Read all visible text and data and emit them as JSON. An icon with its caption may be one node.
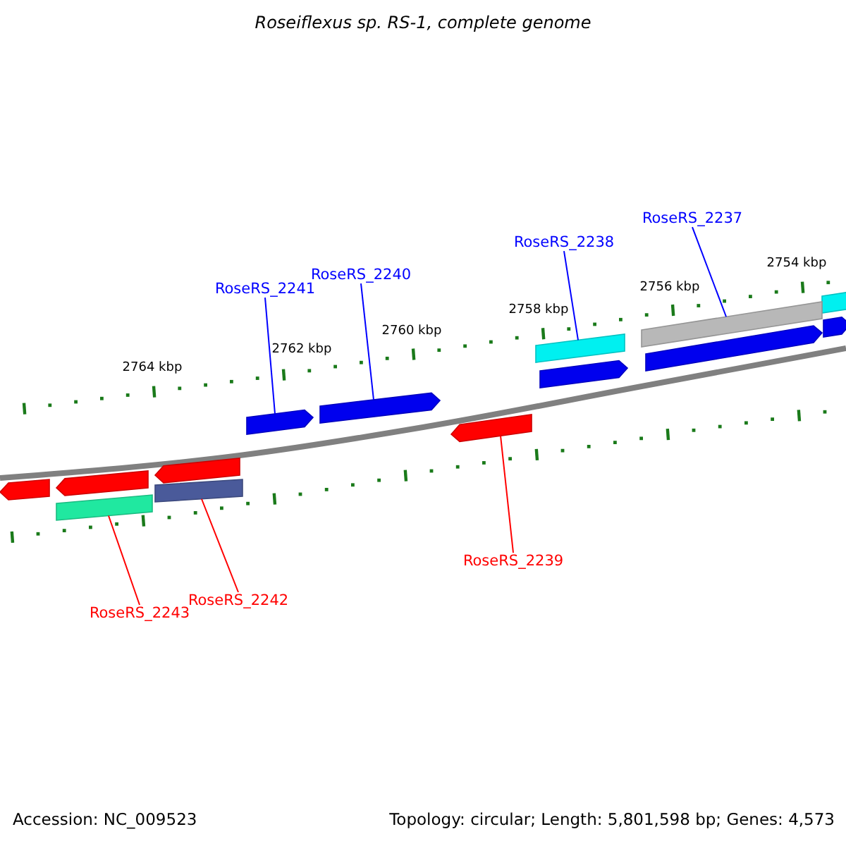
{
  "diagram": {
    "title": "Roseiflexus sp. RS-1, complete genome",
    "nodes": [
      {
        "text": [
          "RoseRS_2237"
        ]
      },
      {
        "text": [
          "RoseRS_2238"
        ]
      },
      {
        "text": [
          "RoseRS_2240"
        ]
      },
      {
        "text": [
          "RoseRS_2241"
        ]
      },
      {
        "text": [
          "RoseRS_2239"
        ]
      },
      {
        "text": [
          "RoseRS_2242"
        ]
      },
      {
        "text": [
          "RoseRS_2243"
        ]
      },
      {
        "text": [],
        "shape": "bar"
      },
      {
        "text": [],
        "shape": "bar"
      },
      {
        "text": [],
        "shape": "bar"
      },
      {
        "text": [],
        "shape": "arrow"
      },
      {
        "text": [],
        "shape": "arrow"
      },
      {
        "text": [],
        "shape": "arrow"
      },
      {
        "text": [],
        "shape": "arrow"
      },
      {
        "text": [],
        "shape": "arrow"
      },
      {
        "text": [],
        "shape": "arrow"
      },
      {
        "text": [],
        "shape": "arrow"
      },
      {
        "text": [],
        "shape": "arrow"
      },
      {
        "text": [],
        "shape": "arrow"
      },
      {
        "text": [],
        "shape": "bar"
      },
      {
        "text": [],
        "shape": "bar"
      }
    ],
    "edges": [
      {
        "from": 0,
        "to": 8,
        "arrow": "none",
        "color": "#0000ff"
      },
      {
        "from": 1,
        "to": 9,
        "arrow": "none",
        "color": "#0000ff"
      },
      {
        "from": 2,
        "to": 13,
        "arrow": "none",
        "color": "#0000ff"
      },
      {
        "from": 3,
        "to": 14,
        "arrow": "none",
        "color": "#0000ff"
      },
      {
        "from": 4,
        "to": 15,
        "arrow": "none",
        "color": "#ff0000"
      },
      {
        "from": 5,
        "to": 19,
        "arrow": "none",
        "color": "#ff0000"
      },
      {
        "from": 6,
        "to": 20,
        "arrow": "none",
        "color": "#ff0000"
      }
    ],
    "labels": [
      "2754 kbp",
      "2756 kbp",
      "2758 kbp",
      "2760 kbp",
      "2762 kbp",
      "2764 kbp",
      "Accession: NC_009523",
      "Topology: circular; Length: 5,801,598 bp; Genes: 4,573"
    ]
  }
}
